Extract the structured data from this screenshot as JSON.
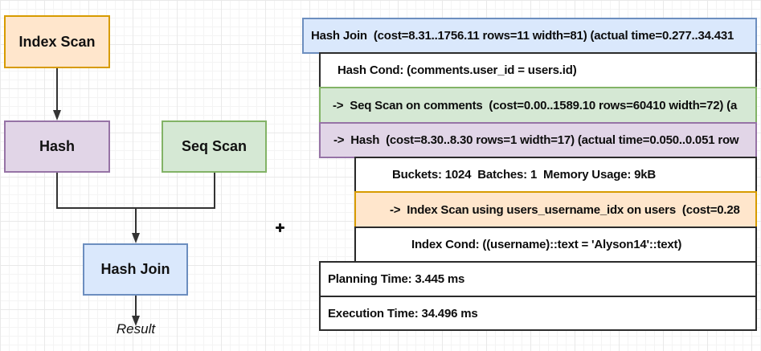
{
  "colors": {
    "orange_fill": "#ffe6cc",
    "orange_stroke": "#d79b00",
    "purple_fill": "#e1d5e7",
    "purple_stroke": "#9673a6",
    "green_fill": "#d5e8d4",
    "green_stroke": "#82b366",
    "blue_fill": "#dae8fc",
    "blue_stroke": "#6c8ebf",
    "plain_fill": "#ffffff",
    "plain_stroke": "#2b2b2b",
    "text": "#0d0d0d",
    "grid_minor": "#f4f4f4",
    "grid_major": "#e9e9e9"
  },
  "icons": {
    "cursor": "plus-cursor"
  },
  "flowchart": {
    "nodes": [
      {
        "label": "Index Scan",
        "color": "orange"
      },
      {
        "label": "Hash",
        "color": "purple"
      },
      {
        "label": "Seq Scan",
        "color": "green"
      },
      {
        "label": "Hash Join",
        "color": "blue"
      }
    ],
    "result_label": "Result"
  },
  "plan": {
    "rows": [
      {
        "color": "blue",
        "text": "Hash Join  (cost=8.31..1756.11 rows=11 width=81) (actual time=0.277..34.431"
      },
      {
        "color": "white",
        "text": "Hash Cond: (comments.user_id = users.id)"
      },
      {
        "color": "green",
        "text": "->  Seq Scan on comments  (cost=0.00..1589.10 rows=60410 width=72) (a"
      },
      {
        "color": "purple",
        "text": "->  Hash  (cost=8.30..8.30 rows=1 width=17) (actual time=0.050..0.051 row"
      },
      {
        "color": "white",
        "text": "Buckets: 1024  Batches: 1  Memory Usage: 9kB"
      },
      {
        "color": "orange",
        "text": "->  Index Scan using users_username_idx on users  (cost=0.28"
      },
      {
        "color": "white",
        "text": "Index Cond: ((username)::text = 'Alyson14'::text)"
      },
      {
        "color": "white",
        "text": "Planning Time: 3.445 ms"
      },
      {
        "color": "white",
        "text": "Execution Time: 34.496 ms"
      }
    ]
  }
}
